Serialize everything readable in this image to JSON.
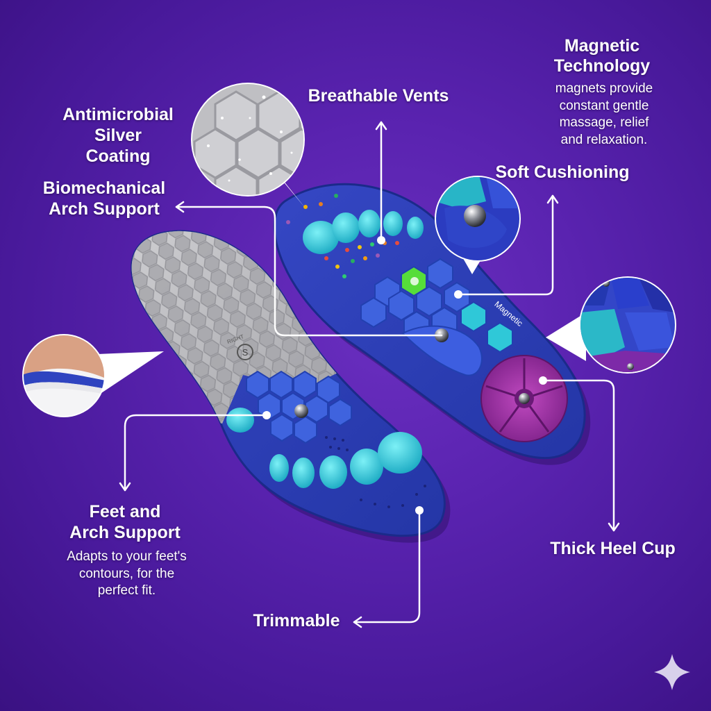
{
  "labels": {
    "breathable_vents": "Breathable Vents",
    "magnetic_title_line1": "Magnetic",
    "magnetic_title_line2": "Technology",
    "magnetic_desc_line1": "magnets provide",
    "magnetic_desc_line2": "constant gentle",
    "magnetic_desc_line3": "massage, relief",
    "magnetic_desc_line4": "and relaxation.",
    "antimicrobial_line1": "Antimicrobial",
    "antimicrobial_line2": "Silver",
    "antimicrobial_line3": "Coating",
    "soft_cushioning": "Soft Cushioning",
    "biomech_line1": "Biomechanical",
    "biomech_line2": "Arch Support",
    "feet_arch_line1": "Feet and",
    "feet_arch_line2": "Arch Support",
    "feet_arch_desc_line1": "Adapts to your feet's",
    "feet_arch_desc_line2": "contours, for the",
    "feet_arch_desc_line3": "perfect fit.",
    "trimmable": "Trimmable",
    "thick_heel_cup": "Thick Heel Cup"
  },
  "insole_printing": {
    "right_mark": "RIGHT",
    "size_mark": "S",
    "magnetic_mark": "Magnetic"
  },
  "colors": {
    "background": "#5a23b0",
    "insole_blue": "#2d3fb8",
    "insole_grey": "#b9b9bd",
    "pad_cyan": "#2fc8d8",
    "heel_magenta": "#9a2a9a",
    "accent_green": "#5fd03a"
  },
  "icons": [
    "sparkle-icon"
  ]
}
